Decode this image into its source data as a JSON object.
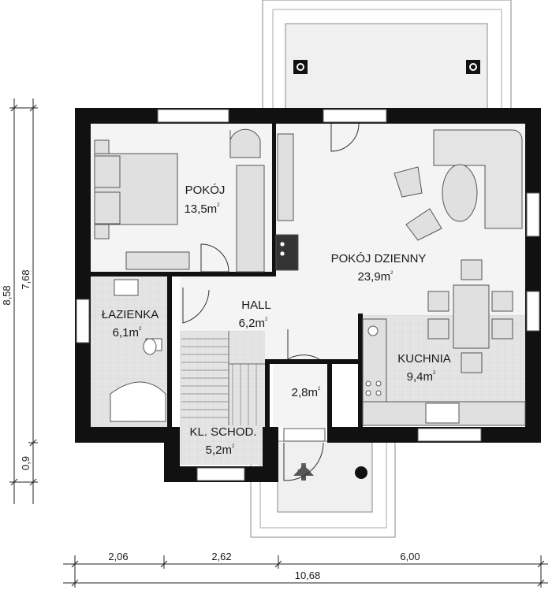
{
  "rooms": {
    "pokoj": {
      "name": "POKÓJ",
      "area": "13,5m"
    },
    "pokoj_dzienny": {
      "name": "POKÓJ DZIENNY",
      "area": "23,9m"
    },
    "lazienka": {
      "name": "ŁAZIENKA",
      "area": "6,1m"
    },
    "hall": {
      "name": "HALL",
      "area": "6,2m"
    },
    "kuchnia": {
      "name": "KUCHNIA",
      "area": "9,4m"
    },
    "schowek": {
      "area": "2,8m"
    },
    "klatka": {
      "name": "KL. SCHOD.",
      "area": "5,2m"
    }
  },
  "area_unit_sup": "2",
  "dimensions": {
    "bottom": [
      "2,06",
      "2,62",
      "6,00"
    ],
    "bottom_total": "10,68",
    "left_outer": "8,58",
    "left_inner": "7,68",
    "left_small": "0,9"
  },
  "colors": {
    "wall": "#111111",
    "tile": "#e2e2e2",
    "floor": "#f2f2f2",
    "furniture": "#dcdcdc"
  }
}
